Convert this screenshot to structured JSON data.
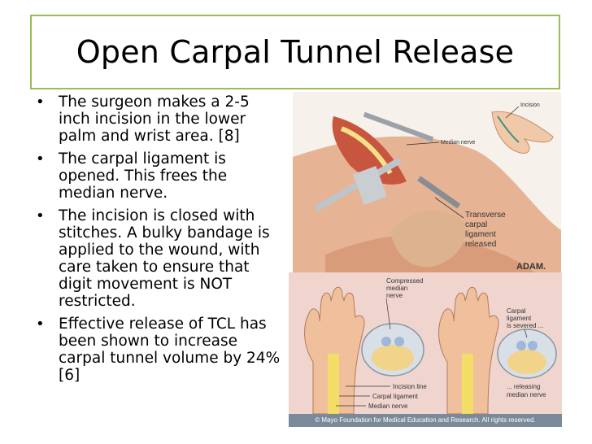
{
  "slide": {
    "title": "Open Carpal Tunnel Release",
    "accent_color": "#9bbb59",
    "bullets": [
      "The surgeon makes a 2-5 inch incision in the lower palm and wrist area. [8]",
      "The carpal ligament is opened. This frees the median nerve.",
      "The incision is closed with stitches. A bulky bandage is applied to the wound, with care taken to ensure that digit movement is NOT restricted.",
      "Effective release of TCL has been shown to increase carpal tunnel volume by 24% [6]"
    ],
    "bullet_symbol": "•"
  },
  "figure_top": {
    "label_incision": "Incision",
    "label_median_nerve": "Median nerve",
    "label_transverse": "Transverse",
    "label_carpal": "carpal",
    "label_ligament": "ligament",
    "label_released": "released",
    "logo": "ADAM."
  },
  "figure_bottom": {
    "label_compressed": "Compressed",
    "label_median": "median",
    "label_nerve": "nerve",
    "label_carpal": "Carpal",
    "label_ligament_is": "ligament",
    "label_severed": "is severed ...",
    "label_incision_line": "Incision line",
    "label_carpal_ligament": "Carpal ligament",
    "label_median_nerve": "Median nerve",
    "label_releasing": "... releasing",
    "label_median_nerve_2": "median nerve",
    "credit": "© Mayo Foundation for Medical Education and Research. All rights reserved."
  }
}
